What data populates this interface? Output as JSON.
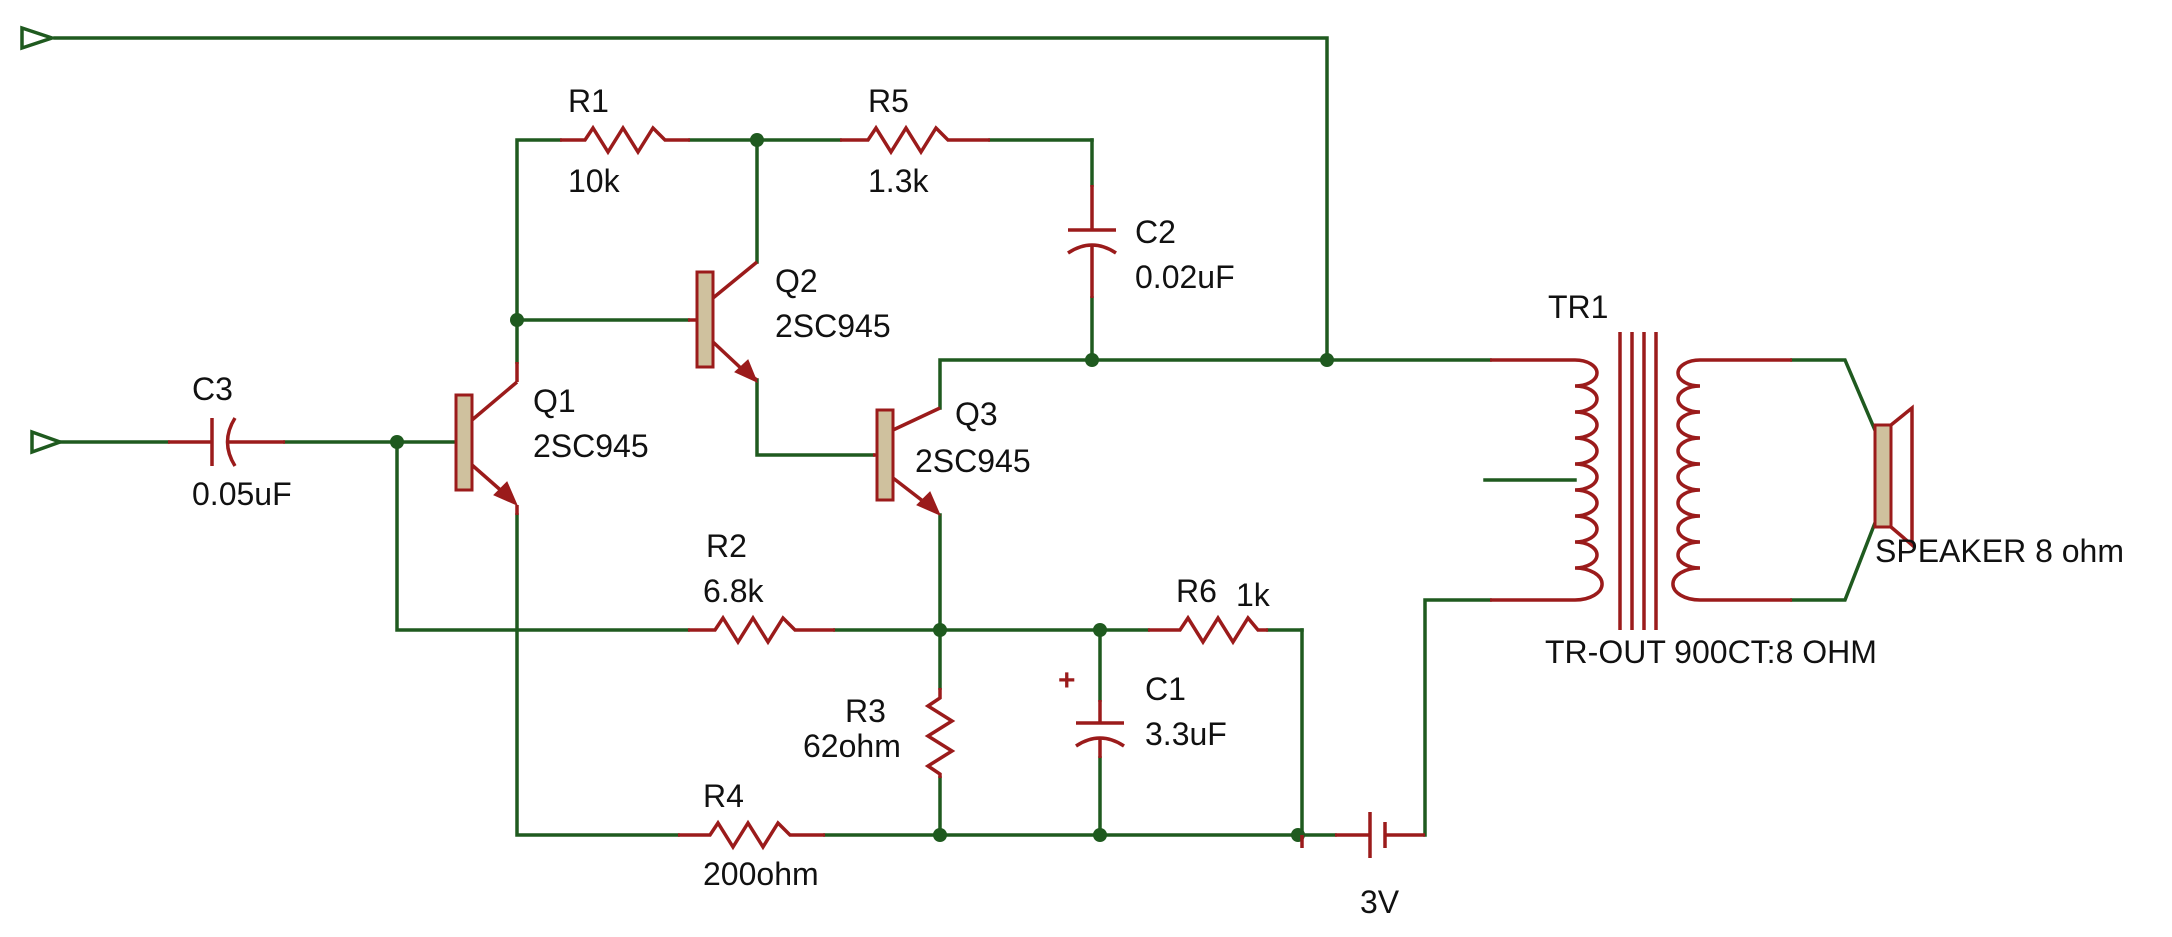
{
  "components": {
    "R1": {
      "ref": "R1",
      "value": "10k"
    },
    "R5": {
      "ref": "R5",
      "value": "1.3k"
    },
    "C2": {
      "ref": "C2",
      "value": "0.02uF"
    },
    "Q2": {
      "ref": "Q2",
      "value": "2SC945"
    },
    "Q1": {
      "ref": "Q1",
      "value": "2SC945"
    },
    "Q3": {
      "ref": "Q3",
      "value": "2SC945"
    },
    "C3": {
      "ref": "C3",
      "value": "0.05uF"
    },
    "R2": {
      "ref": "R2",
      "value": "6.8k"
    },
    "R6": {
      "ref": "R6",
      "value": "1k"
    },
    "R3": {
      "ref": "R3",
      "value": "62ohm"
    },
    "C1": {
      "ref": "C1",
      "value": "3.3uF",
      "polarity": "+"
    },
    "R4": {
      "ref": "R4",
      "value": "200ohm"
    },
    "BAT": {
      "value": "3V"
    },
    "TR1": {
      "ref": "TR1",
      "value": "TR-OUT 900CT:8 OHM"
    },
    "SPK": {
      "value": "SPEAKER 8 ohm"
    }
  },
  "colors": {
    "wire": "#1f5a1f",
    "component": "#9b1b1b",
    "transistor_body": "#cfc19e"
  }
}
